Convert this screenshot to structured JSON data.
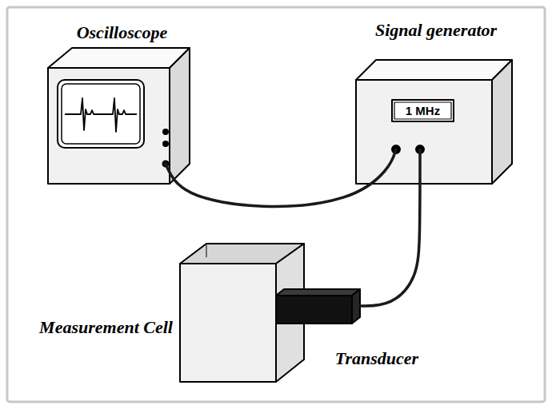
{
  "diagram": {
    "nodes": [
      {
        "text": [
          "Oscilloscope"
        ]
      },
      {
        "text": [
          "Signal generator",
          "1 MHz"
        ]
      },
      {
        "text": [
          "Measurement Cell"
        ]
      },
      {
        "text": [
          "Transducer"
        ]
      }
    ],
    "edges": [
      {
        "from": 0,
        "to": 1,
        "arrow": "none"
      },
      {
        "from": 1,
        "to": 3,
        "arrow": "none"
      }
    ]
  }
}
